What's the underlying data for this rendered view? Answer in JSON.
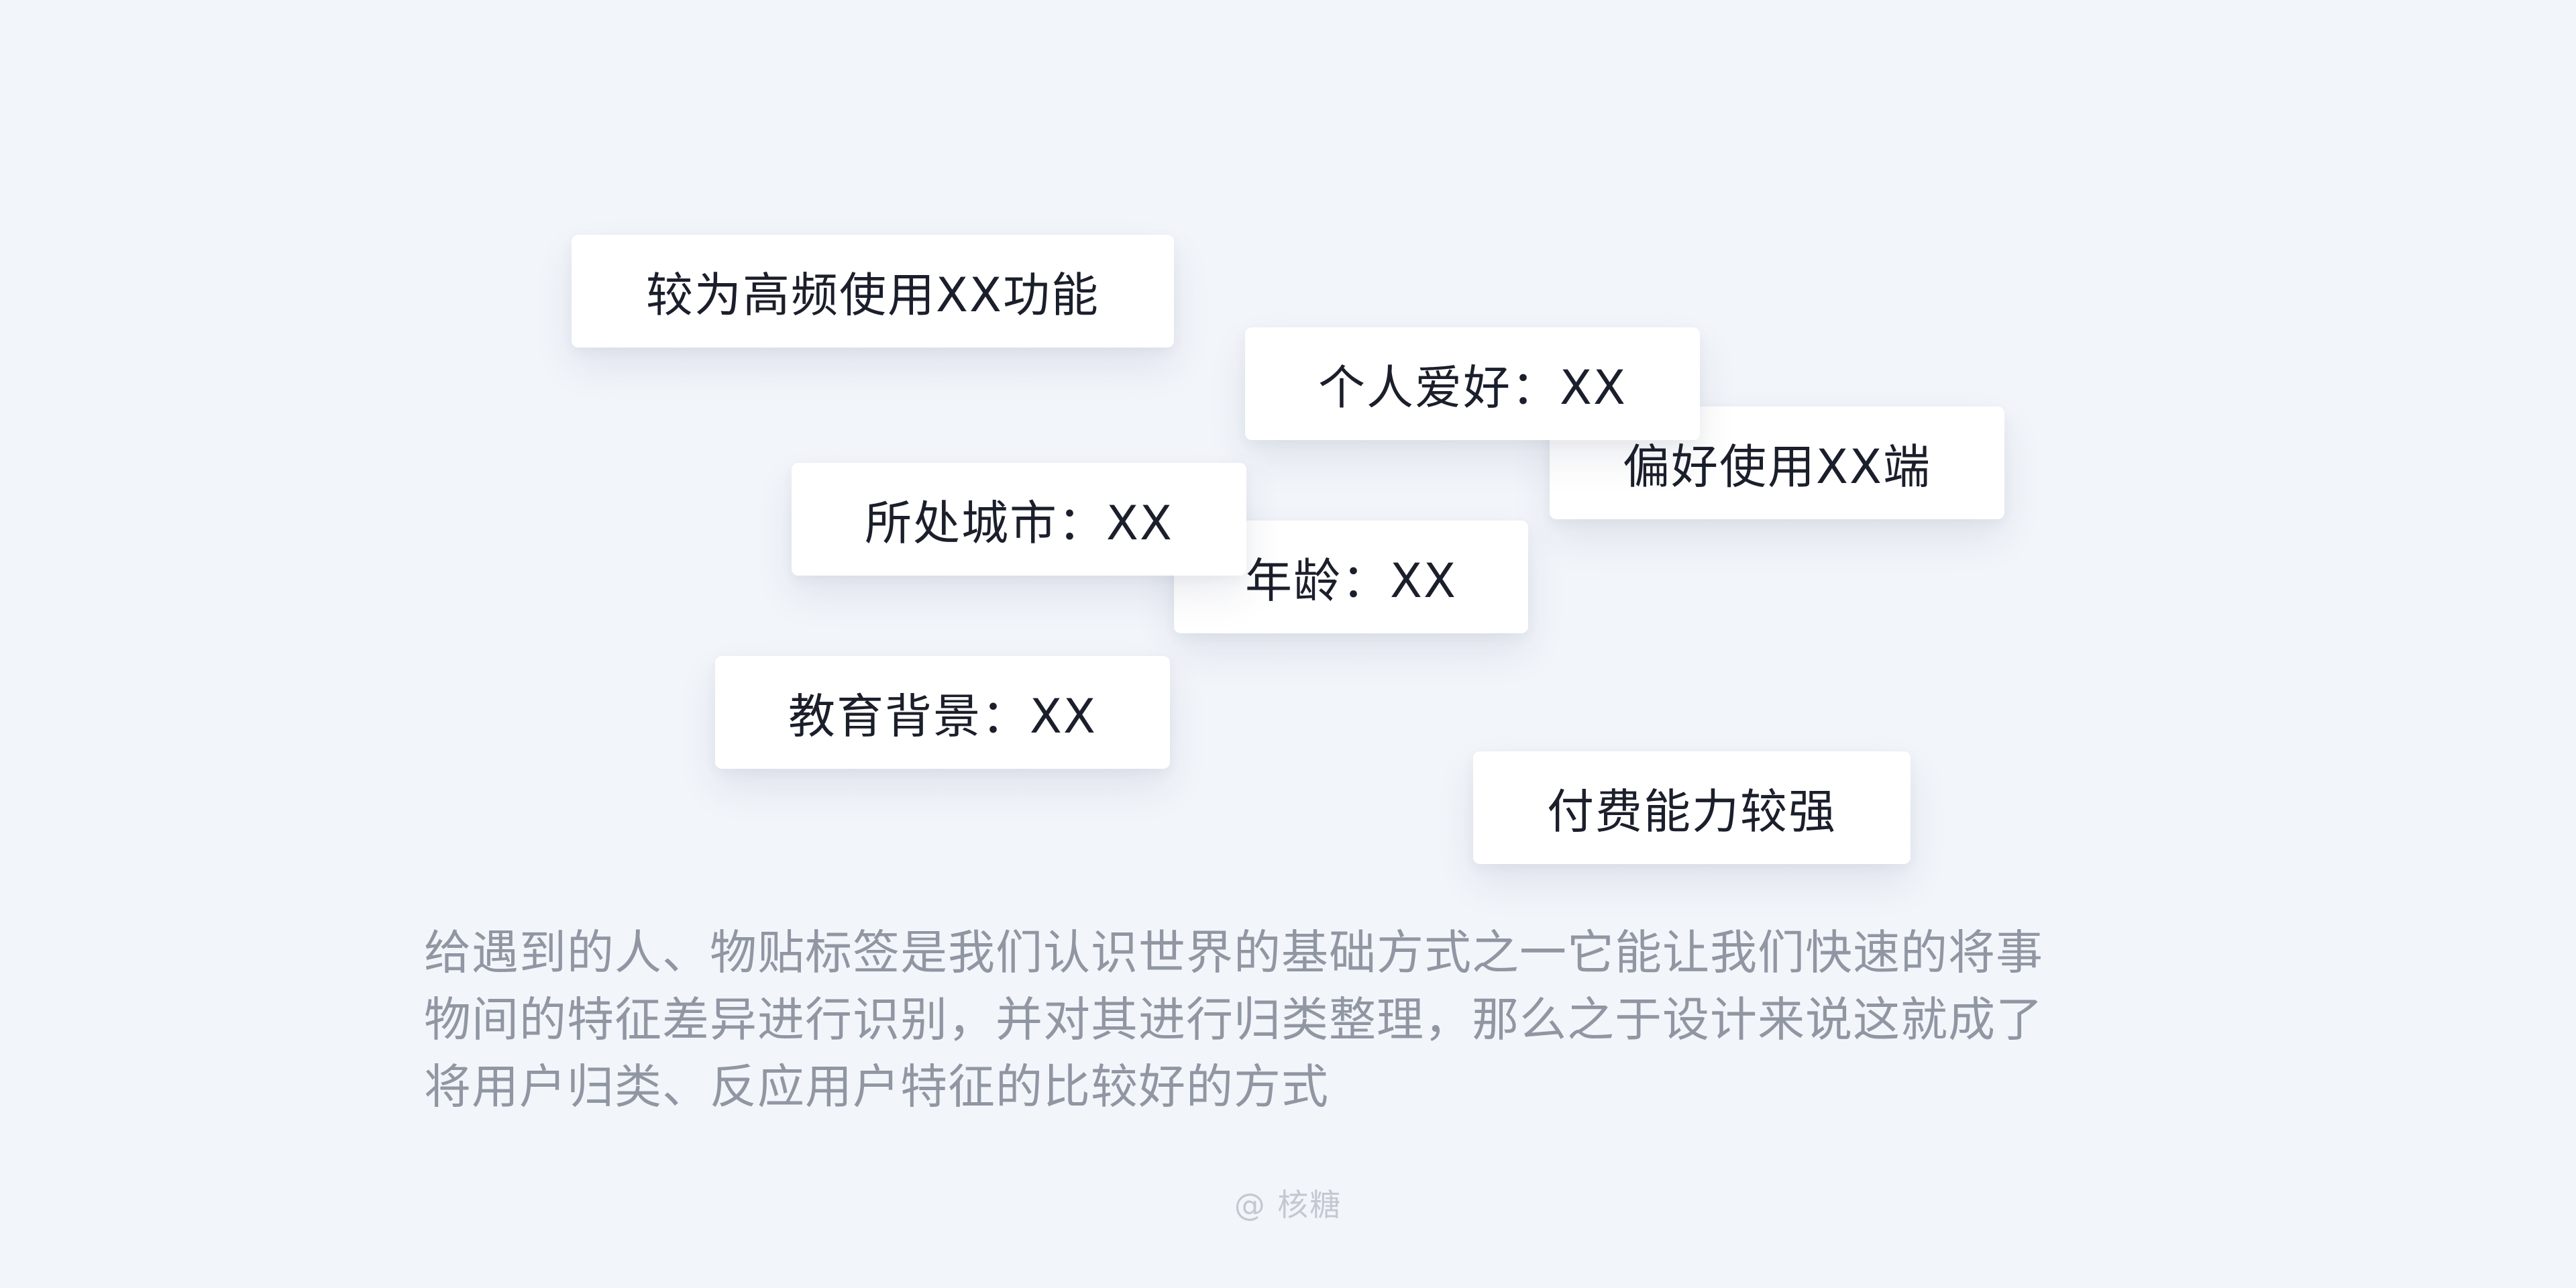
{
  "tags": {
    "frequent_feature": "较为高频使用XX功能",
    "hobby": "个人爱好：XX",
    "platform": "偏好使用XX端",
    "city": "所处城市：XX",
    "age": "年龄：XX",
    "education": "教育背景：XX",
    "payment": "付费能力较强"
  },
  "description": {
    "lines": [
      "给遇到的人、物贴标签是我们认识世界的基础方式之一它能让我们快速的将事",
      "物间的特征差异进行识别，并对其进行归类整理，那么之于设计来说这就成了",
      "将用户归类、反应用户特征的比较好的方式"
    ]
  },
  "credit": "@ 核糖",
  "colors": {
    "background": "#f2f5fa",
    "tag_background": "#ffffff",
    "tag_text": "#1b1f2b",
    "description_text": "#9096a2",
    "credit_text": "#c3c8d1"
  }
}
